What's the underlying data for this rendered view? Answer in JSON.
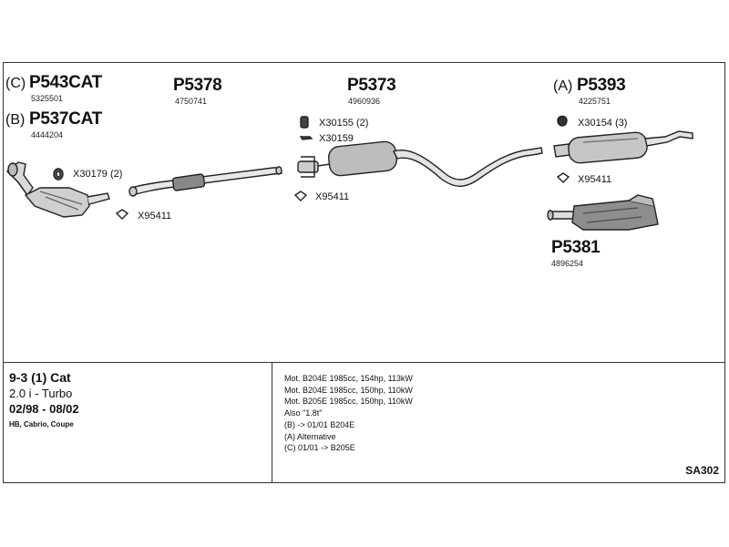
{
  "parts": {
    "p543cat": {
      "prefix": "(C)",
      "number": "P543CAT",
      "oe": "5325501"
    },
    "p537cat": {
      "prefix": "(B)",
      "number": "P537CAT",
      "oe": "4444204"
    },
    "p5378": {
      "number": "P5378",
      "oe": "4750741"
    },
    "p5373": {
      "number": "P5373",
      "oe": "4960936"
    },
    "p5393": {
      "prefix": "(A)",
      "number": "P5393",
      "oe": "4225751"
    },
    "p5381": {
      "number": "P5381",
      "oe": "4896254"
    }
  },
  "accessories": {
    "x30179": "X30179 (2)",
    "x95411_a": "X95411",
    "x30155": "X30155 (2)",
    "x30159": "X30159",
    "x95411_b": "X95411",
    "x30154": "X30154 (3)",
    "x95411_c": "X95411"
  },
  "vehicle": {
    "model": "9-3 (1) Cat",
    "engine": "2.0 i - Turbo",
    "years": "02/98 - 08/02",
    "body": "HB, Cabrio, Coupe"
  },
  "notes": [
    "Mot. B204E 1985cc, 154hp, 113kW",
    "Mot. B204E 1985cc, 150hp, 110kW",
    "Mot. B205E 1985cc, 150hp, 110kW",
    "Also \"1.8t\"",
    "(B) -> 01/01 B204E",
    "(A) Alternative",
    "(C) 01/01 -> B205E"
  ],
  "code": "SA302"
}
